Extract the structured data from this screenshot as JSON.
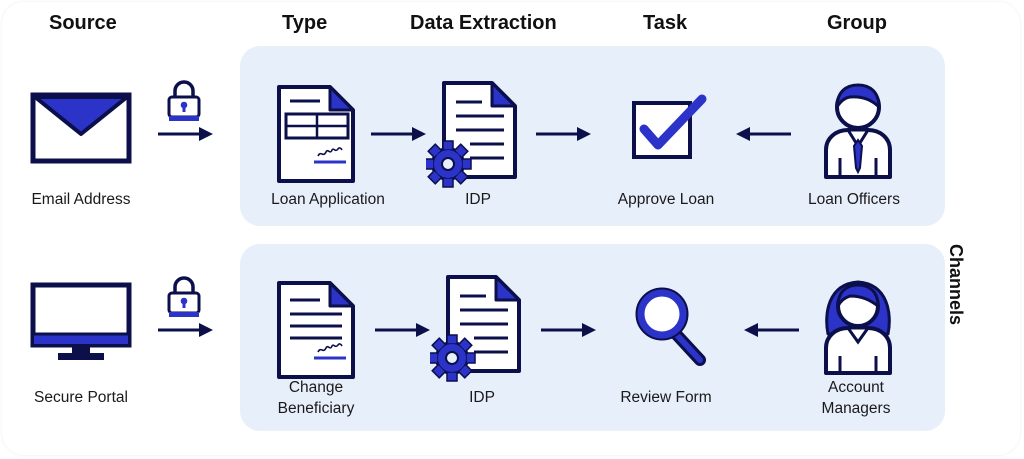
{
  "headers": {
    "source": "Source",
    "type": "Type",
    "data_extraction": "Data Extraction",
    "task": "Task",
    "group": "Group"
  },
  "side_label": "Channels",
  "rows": [
    {
      "source": "Email Address",
      "type": "Loan Application",
      "extraction": "IDP",
      "task": "Approve Loan",
      "group": "Loan Officers"
    },
    {
      "source": "Secure Portal",
      "type_line1": "Change",
      "type_line2": "Beneficiary",
      "extraction": "IDP",
      "task": "Review Form",
      "group_line1": "Account",
      "group_line2": "Managers"
    }
  ],
  "colors": {
    "primary": "#2b33c9",
    "dark_navy": "#0b0f4a",
    "band": "#e7effb"
  },
  "icons": [
    "envelope-icon",
    "monitor-icon",
    "padlock-icon",
    "document-form-icon",
    "document-gear-icon",
    "checkbox-icon",
    "magnifier-icon",
    "male-person-icon",
    "female-person-icon"
  ]
}
